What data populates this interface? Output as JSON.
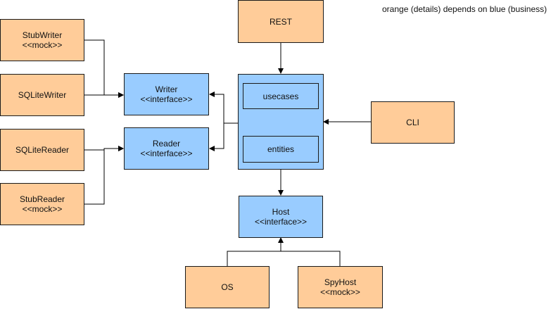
{
  "legend": "orange (details) depends on blue (business)",
  "nodes": {
    "stub_writer": {
      "name": "StubWriter",
      "stereotype": "<<mock>>"
    },
    "sqlite_writer": {
      "name": "SQLiteWriter"
    },
    "sqlite_reader": {
      "name": "SQLiteReader"
    },
    "stub_reader": {
      "name": "StubReader",
      "stereotype": "<<mock>>"
    },
    "writer": {
      "name": "Writer",
      "stereotype": "<<interface>>"
    },
    "reader": {
      "name": "Reader",
      "stereotype": "<<interface>>"
    },
    "rest": {
      "name": "REST"
    },
    "usecases": {
      "name": "usecases"
    },
    "entities": {
      "name": "entities"
    },
    "cli": {
      "name": "CLI"
    },
    "host": {
      "name": "Host",
      "stereotype": "<<interface>>"
    },
    "os": {
      "name": "OS"
    },
    "spy_host": {
      "name": "SpyHost",
      "stereotype": "<<mock>>"
    }
  },
  "colors": {
    "details": "#ffcc99",
    "business": "#99ccff",
    "border": "#1a1a1a",
    "edge": "#000000"
  }
}
